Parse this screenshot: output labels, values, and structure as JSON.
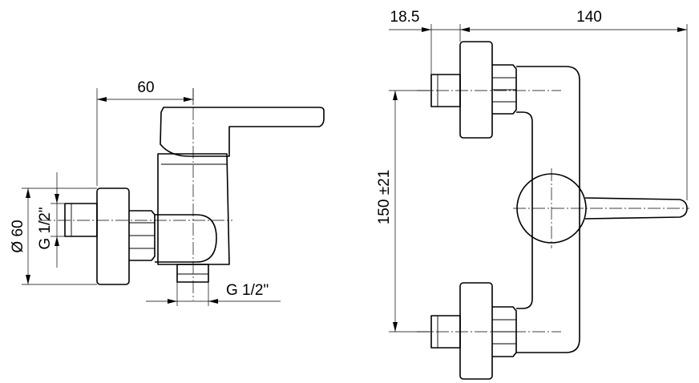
{
  "dimensions": {
    "side_width": "60",
    "diameter": "Ø 60",
    "side_thread": "G 1/2\"",
    "bottom_thread": "G 1/2\"",
    "offset": "18.5",
    "front_length": "140",
    "center_distance": "150 ±21"
  }
}
